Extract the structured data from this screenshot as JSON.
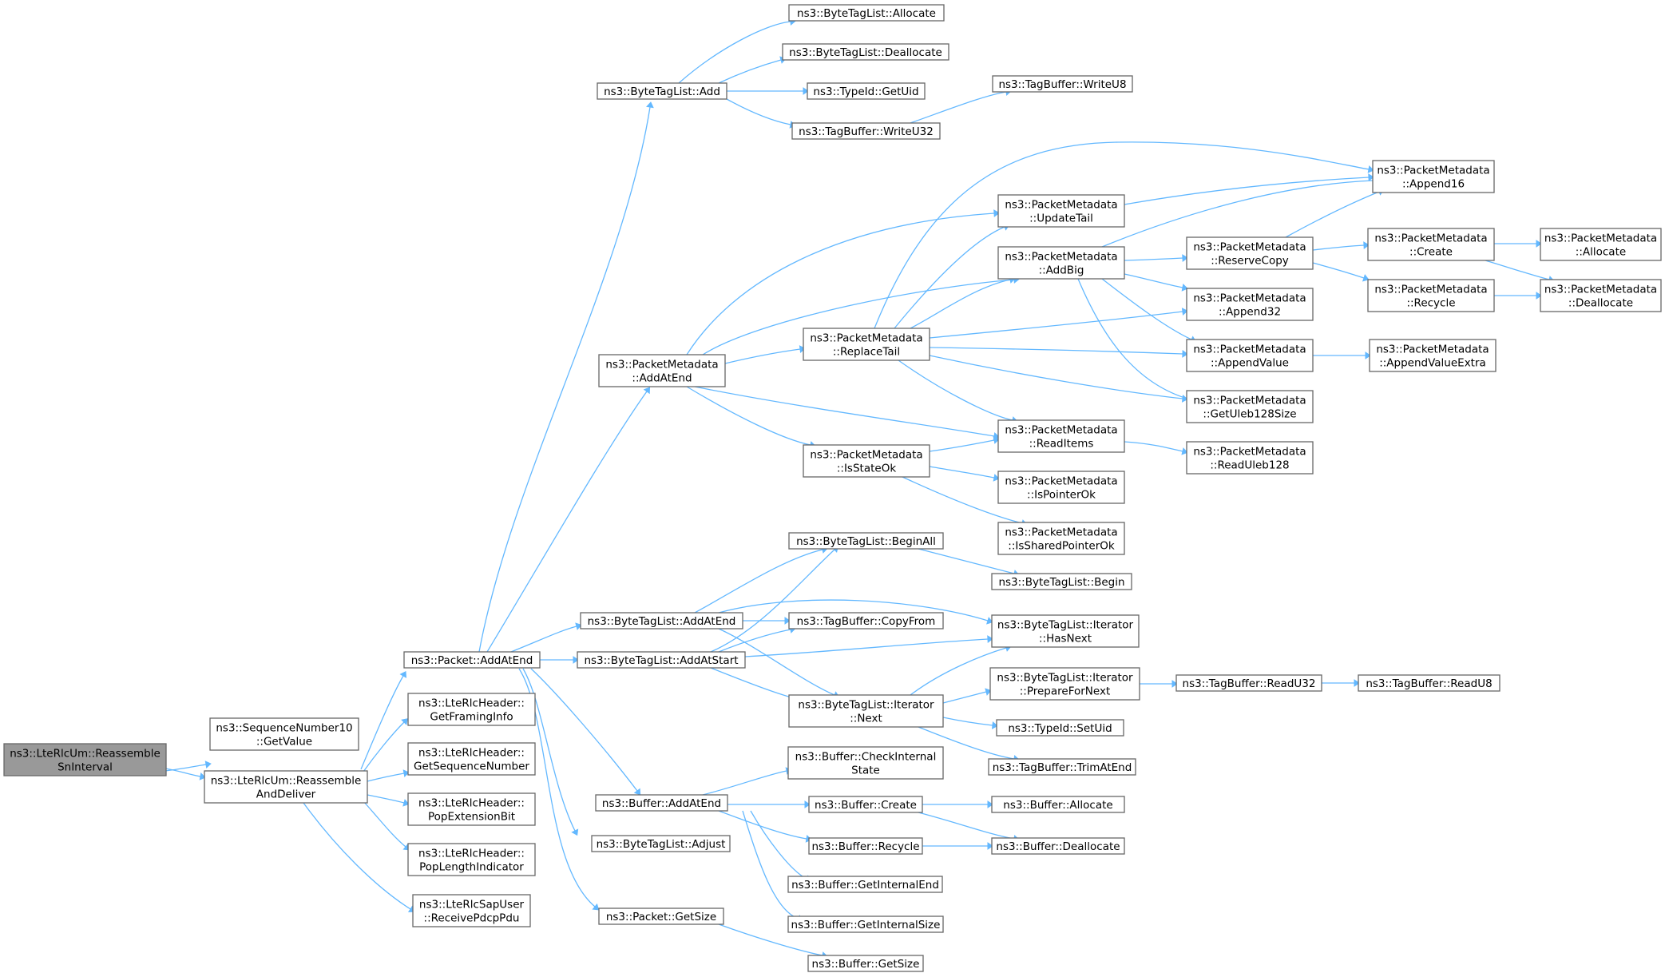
{
  "graph": {
    "nodes": [
      {
        "id": "root",
        "lines": [
          "ns3::LteRlcUm::Reassemble",
          "SnInterval"
        ],
        "root": true
      },
      {
        "id": "seqget",
        "lines": [
          "ns3::SequenceNumber10",
          "::GetValue"
        ]
      },
      {
        "id": "rad",
        "lines": [
          "ns3::LteRlcUm::Reassemble",
          "AndDeliver"
        ]
      },
      {
        "id": "pktadd",
        "lines": [
          "ns3::Packet::AddAtEnd"
        ]
      },
      {
        "id": "gfi",
        "lines": [
          "ns3::LteRlcHeader::",
          "GetFramingInfo"
        ]
      },
      {
        "id": "gsn",
        "lines": [
          "ns3::LteRlcHeader::",
          "GetSequenceNumber"
        ]
      },
      {
        "id": "peb",
        "lines": [
          "ns3::LteRlcHeader::",
          "PopExtensionBit"
        ]
      },
      {
        "id": "pli",
        "lines": [
          "ns3::LteRlcHeader::",
          "PopLengthIndicator"
        ]
      },
      {
        "id": "rpp",
        "lines": [
          "ns3::LteRlcSapUser",
          "::ReceivePdcpPdu"
        ]
      },
      {
        "id": "btladd",
        "lines": [
          "ns3::ByteTagList::Add"
        ]
      },
      {
        "id": "pmadd",
        "lines": [
          "ns3::PacketMetadata",
          "::AddAtEnd"
        ]
      },
      {
        "id": "btlaae",
        "lines": [
          "ns3::ByteTagList::AddAtEnd"
        ]
      },
      {
        "id": "btlaas",
        "lines": [
          "ns3::ByteTagList::AddAtStart"
        ]
      },
      {
        "id": "bufadd",
        "lines": [
          "ns3::Buffer::AddAtEnd"
        ]
      },
      {
        "id": "btladj",
        "lines": [
          "ns3::ByteTagList::Adjust"
        ]
      },
      {
        "id": "pktsize",
        "lines": [
          "ns3::Packet::GetSize"
        ]
      },
      {
        "id": "btlalloc",
        "lines": [
          "ns3::ByteTagList::Allocate"
        ]
      },
      {
        "id": "btldealloc",
        "lines": [
          "ns3::ByteTagList::Deallocate"
        ]
      },
      {
        "id": "tidgetuid",
        "lines": [
          "ns3::TypeId::GetUid"
        ]
      },
      {
        "id": "tbw32",
        "lines": [
          "ns3::TagBuffer::WriteU32"
        ]
      },
      {
        "id": "tbw8",
        "lines": [
          "ns3::TagBuffer::WriteU8"
        ]
      },
      {
        "id": "pmupd",
        "lines": [
          "ns3::PacketMetadata",
          "::UpdateTail"
        ]
      },
      {
        "id": "pmaddbig",
        "lines": [
          "ns3::PacketMetadata",
          "::AddBig"
        ]
      },
      {
        "id": "pmrepl",
        "lines": [
          "ns3::PacketMetadata",
          "::ReplaceTail"
        ]
      },
      {
        "id": "pmreaditems",
        "lines": [
          "ns3::PacketMetadata",
          "::ReadItems"
        ]
      },
      {
        "id": "pmisstate",
        "lines": [
          "ns3::PacketMetadata",
          "::IsStateOk"
        ]
      },
      {
        "id": "pmisptr",
        "lines": [
          "ns3::PacketMetadata",
          "::IsPointerOk"
        ]
      },
      {
        "id": "pmisshared",
        "lines": [
          "ns3::PacketMetadata",
          "::IsSharedPointerOk"
        ]
      },
      {
        "id": "pma16",
        "lines": [
          "ns3::PacketMetadata",
          "::Append16"
        ]
      },
      {
        "id": "pmres",
        "lines": [
          "ns3::PacketMetadata",
          "::ReserveCopy"
        ]
      },
      {
        "id": "pma32",
        "lines": [
          "ns3::PacketMetadata",
          "::Append32"
        ]
      },
      {
        "id": "pmav",
        "lines": [
          "ns3::PacketMetadata",
          "::AppendValue"
        ]
      },
      {
        "id": "pmgul",
        "lines": [
          "ns3::PacketMetadata",
          "::GetUleb128Size"
        ]
      },
      {
        "id": "pmrul",
        "lines": [
          "ns3::PacketMetadata",
          "::ReadUleb128"
        ]
      },
      {
        "id": "pmcreate",
        "lines": [
          "ns3::PacketMetadata",
          "::Create"
        ]
      },
      {
        "id": "pmrecycle",
        "lines": [
          "ns3::PacketMetadata",
          "::Recycle"
        ]
      },
      {
        "id": "pmave",
        "lines": [
          "ns3::PacketMetadata",
          "::AppendValueExtra"
        ]
      },
      {
        "id": "pmalloc",
        "lines": [
          "ns3::PacketMetadata",
          "::Allocate"
        ]
      },
      {
        "id": "pmdealloc",
        "lines": [
          "ns3::PacketMetadata",
          "::Deallocate"
        ]
      },
      {
        "id": "btlbeginall",
        "lines": [
          "ns3::ByteTagList::BeginAll"
        ]
      },
      {
        "id": "btlbegin",
        "lines": [
          "ns3::ByteTagList::Begin"
        ]
      },
      {
        "id": "tbcopy",
        "lines": [
          "ns3::TagBuffer::CopyFrom"
        ]
      },
      {
        "id": "btlhasnext",
        "lines": [
          "ns3::ByteTagList::Iterator",
          "::HasNext"
        ]
      },
      {
        "id": "btlnext",
        "lines": [
          "ns3::ByteTagList::Iterator",
          "::Next"
        ]
      },
      {
        "id": "btlprep",
        "lines": [
          "ns3::ByteTagList::Iterator",
          "::PrepareForNext"
        ]
      },
      {
        "id": "tbr32",
        "lines": [
          "ns3::TagBuffer::ReadU32"
        ]
      },
      {
        "id": "tbr8",
        "lines": [
          "ns3::TagBuffer::ReadU8"
        ]
      },
      {
        "id": "tidsetuid",
        "lines": [
          "ns3::TypeId::SetUid"
        ]
      },
      {
        "id": "tbtrim",
        "lines": [
          "ns3::TagBuffer::TrimAtEnd"
        ]
      },
      {
        "id": "bufcheck",
        "lines": [
          "ns3::Buffer::CheckInternal",
          "State"
        ]
      },
      {
        "id": "bufcreate",
        "lines": [
          "ns3::Buffer::Create"
        ]
      },
      {
        "id": "bufrecycle",
        "lines": [
          "ns3::Buffer::Recycle"
        ]
      },
      {
        "id": "bufgie",
        "lines": [
          "ns3::Buffer::GetInternalEnd"
        ]
      },
      {
        "id": "bufgis",
        "lines": [
          "ns3::Buffer::GetInternalSize"
        ]
      },
      {
        "id": "bufalloc",
        "lines": [
          "ns3::Buffer::Allocate"
        ]
      },
      {
        "id": "bufdealloc",
        "lines": [
          "ns3::Buffer::Deallocate"
        ]
      },
      {
        "id": "bufgetsize",
        "lines": [
          "ns3::Buffer::GetSize"
        ]
      }
    ]
  }
}
